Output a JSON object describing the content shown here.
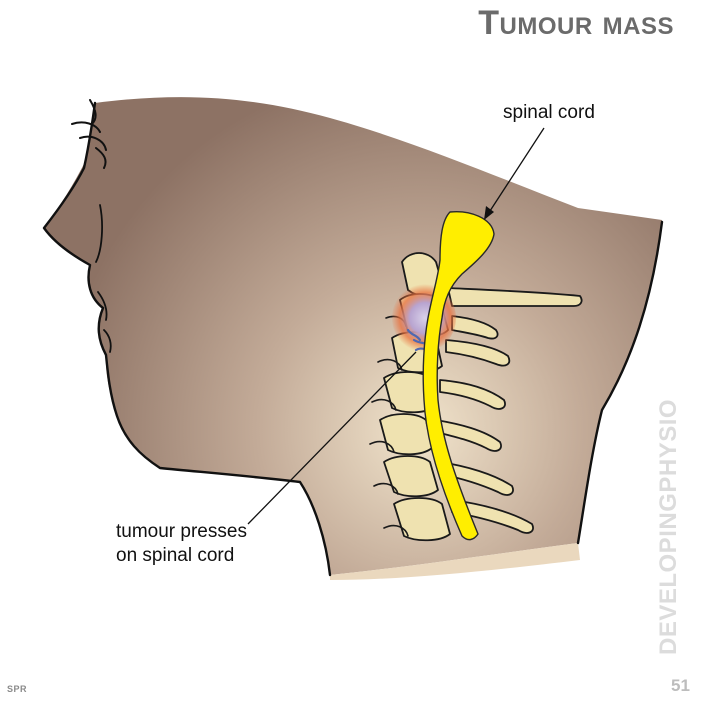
{
  "title": "Tumour mass",
  "labels": {
    "spinal_cord": "spinal cord",
    "tumour_line1": "tumour presses",
    "tumour_line2": "on spinal cord"
  },
  "brand": "DEVELOPINGPHYSIO",
  "credit": "SPR",
  "page_number": "51",
  "colors": {
    "skin_dark": "#8f7566",
    "skin_light": "#e9dcc6",
    "bone": "#efe2b0",
    "spinal_cord": "#ffee00",
    "tumour_red": "#e8602a",
    "tumour_blue": "#5f78b8"
  }
}
